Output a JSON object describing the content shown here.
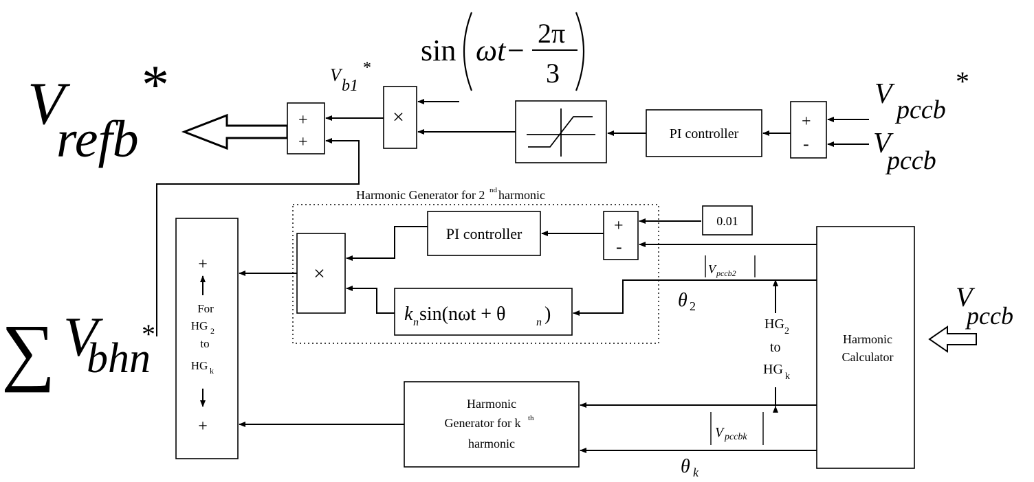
{
  "outputs": {
    "vref_main": "V",
    "vref_sub": "refb",
    "vref_star": "*",
    "sum_symbol": "∑",
    "sum_v": "V",
    "sum_sub": "bhn",
    "sum_star": "*",
    "vb1_main": "V",
    "vb1_sub": "b1",
    "vb1_star": "*"
  },
  "reference_sine": {
    "prefix": "sin",
    "omega_t": "ωt",
    "minus": "−",
    "numerator": "2π",
    "denominator": "3"
  },
  "inputs": {
    "vpccb_star_main": "V",
    "vpccb_star_sub": "pccb",
    "vpccb_star_star": "*",
    "vpccb_main": "V",
    "vpccb_sub": "pccb",
    "vpccb_right_main": "V",
    "vpccb_right_sub": "pccb"
  },
  "blocks": {
    "adder_top_signs": [
      "+",
      "+"
    ],
    "multiplier_symbol": "×",
    "pi_controller_top": "PI controller",
    "error_adder_signs": [
      "+",
      "-"
    ],
    "harmonic_generator_title": "Harmonic Generator for 2",
    "harmonic_generator_title_sup": "nd",
    "harmonic_generator_title_tail": " harmonic",
    "pi_controller_mid": "PI controller",
    "constant_value": "0.01",
    "mid_adder_signs": [
      "+",
      "-"
    ],
    "sine_gen_k": "k",
    "sine_gen_n": "n",
    "sine_gen_expr": " sin(nωt + θ",
    "sine_gen_n2": "n",
    "sine_gen_close": ")",
    "summer_plus_top": "+",
    "summer_label_for": "For",
    "summer_label_hg2": "HG",
    "summer_label_hg2_sub": "2",
    "summer_label_to": "to",
    "summer_label_hgk": "HG",
    "summer_label_hgk_sub": "k",
    "summer_plus_bottom": "+",
    "kth_gen_line1": "Harmonic",
    "kth_gen_line2": "Generator for k",
    "kth_gen_line2_sup": "th",
    "kth_gen_line3": "harmonic",
    "harmonic_calc_line1": "Harmonic",
    "harmonic_calc_line2": "Calculator"
  },
  "signals": {
    "vpccb2_main": "V",
    "vpccb2_sub": "pccb2",
    "theta2_main": "θ",
    "theta2_sub": "2",
    "hg_range_hg": "HG",
    "hg_range_sub2": "2",
    "hg_range_to": "to",
    "hg_range_hg2": "HG",
    "hg_range_subk": "k",
    "vpccbk_main": "V",
    "vpccbk_sub": "pccbk",
    "thetak_main": "θ",
    "thetak_sub": "k"
  }
}
